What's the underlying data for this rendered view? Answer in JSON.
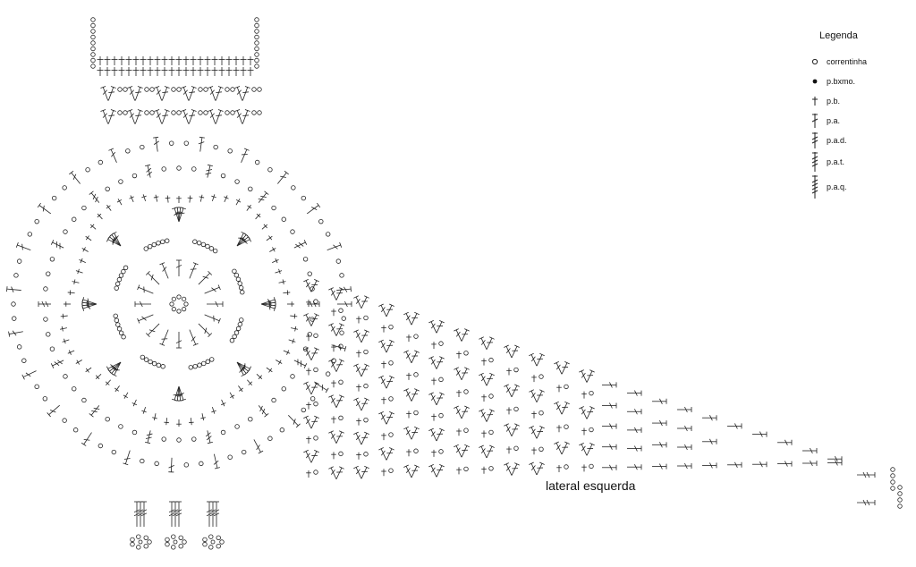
{
  "diagram": {
    "caption": "lateral esquerda",
    "stroke_color": "#222222"
  },
  "legend": {
    "title": "Legenda",
    "items": [
      {
        "symbol": "chain-stitch-icon",
        "label": "correntinha"
      },
      {
        "symbol": "slip-stitch-icon",
        "label": "p.bxmo."
      },
      {
        "symbol": "single-crochet-icon",
        "label": "p.b."
      },
      {
        "symbol": "double-crochet-icon",
        "label": "p.a."
      },
      {
        "symbol": "double-treble-icon",
        "label": "p.a.d."
      },
      {
        "symbol": "triple-treble-icon",
        "label": "p.a.t."
      },
      {
        "symbol": "quadruple-treble-icon",
        "label": "p.a.q."
      }
    ]
  }
}
